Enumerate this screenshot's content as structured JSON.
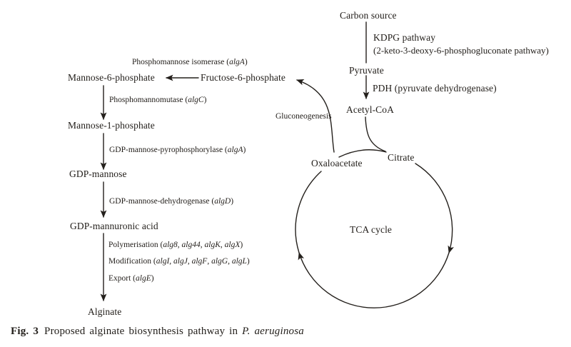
{
  "figure": {
    "caption": {
      "parts": [
        {
          "t": "Fig. 3",
          "b": true
        },
        {
          "t": "Proposed alginate biosynthesis pathway in "
        },
        {
          "t": "P. aeruginosa",
          "i": true
        }
      ]
    }
  },
  "carbon_branch": {
    "carbon_source": "Carbon source",
    "kdpg_line1": "KDPG pathway",
    "kdpg_line2": "(2-keto-3-deoxy-6-phosphogluconate pathway)",
    "pyruvate": "Pyruvate",
    "pdh": "PDH (pyruvate dehydrogenase)",
    "acetyl_coa": "Acetyl-CoA",
    "gluconeogenesis": "Gluconeogenesis"
  },
  "tca": {
    "oxaloacetate": "Oxaloacetate",
    "citrate": "Citrate",
    "label": "TCA cycle"
  },
  "alginate_branch": {
    "mannose_6_phosphate": "Mannose-6-phosphate",
    "fructose_6_phosphate": "Fructose-6-phosphate",
    "mannose_1_phosphate": "Mannose-1-phosphate",
    "gdp_mannose": "GDP-mannose",
    "gdp_mannuronic_acid": "GDP-mannuronic acid",
    "alginate": "Alginate",
    "enzymes": {
      "phosphomannose_isomerase": {
        "parts": [
          {
            "t": "Phosphomannose isomerase ("
          },
          {
            "t": "algA",
            "i": true
          },
          {
            "t": ")"
          }
        ]
      },
      "phosphomannomutase": {
        "parts": [
          {
            "t": "Phosphomannomutase ("
          },
          {
            "t": "algC",
            "i": true
          },
          {
            "t": ")"
          }
        ]
      },
      "gdp_mannose_pyrophosphorylase": {
        "parts": [
          {
            "t": "GDP-mannose-pyrophosphorylase ("
          },
          {
            "t": "algA",
            "i": true
          },
          {
            "t": ")"
          }
        ]
      },
      "gdp_mannose_dehydrogenase": {
        "parts": [
          {
            "t": "GDP-mannose-dehydrogenase ("
          },
          {
            "t": "algD",
            "i": true
          },
          {
            "t": ")"
          }
        ]
      },
      "polymerisation": {
        "parts": [
          {
            "t": "Polymerisation ("
          },
          {
            "t": "alg8",
            "i": true
          },
          {
            "t": ", "
          },
          {
            "t": "alg44",
            "i": true
          },
          {
            "t": ", "
          },
          {
            "t": "algK",
            "i": true
          },
          {
            "t": ", "
          },
          {
            "t": "algX",
            "i": true
          },
          {
            "t": ")"
          }
        ]
      },
      "modification": {
        "parts": [
          {
            "t": "Modification ("
          },
          {
            "t": "algI",
            "i": true
          },
          {
            "t": ", "
          },
          {
            "t": "algJ",
            "i": true
          },
          {
            "t": ", "
          },
          {
            "t": "algF",
            "i": true
          },
          {
            "t": ", "
          },
          {
            "t": "algG",
            "i": true
          },
          {
            "t": ", "
          },
          {
            "t": "algL",
            "i": true
          },
          {
            "t": ")"
          }
        ]
      },
      "export": {
        "parts": [
          {
            "t": "Export ("
          },
          {
            "t": "algE",
            "i": true
          },
          {
            "t": ")"
          }
        ]
      }
    }
  },
  "colors": {
    "ink": "#24201c",
    "background": "#ffffff"
  }
}
